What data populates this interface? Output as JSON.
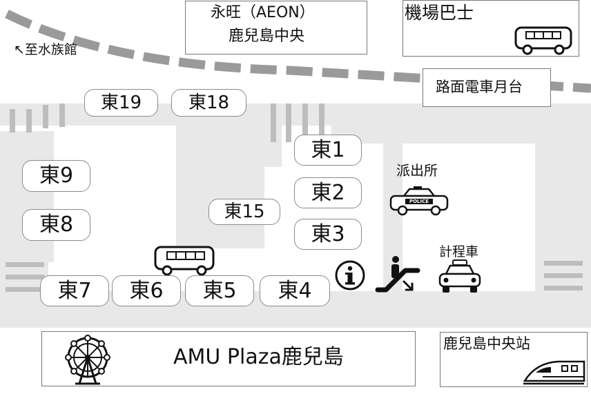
{
  "landmarks": {
    "aeon_line1": "永旺（AEON）",
    "aeon_line2": "鹿兒島中央",
    "airport_bus": "機場巴士",
    "tram_stop": "路面電車月台",
    "to_museum": "↖至水族館",
    "police_box": "派出所",
    "taxi": "計程車",
    "amu_plaza": "AMU Plaza鹿兒島",
    "station": "鹿兒島中央站"
  },
  "stops": {
    "e1": "東1",
    "e2": "東2",
    "e3": "東3",
    "e4": "東4",
    "e5": "東5",
    "e6": "東6",
    "e7": "東7",
    "e8": "東8",
    "e9": "東9",
    "e15": "東15",
    "e18": "東18",
    "e19": "東19"
  },
  "police_car_label": "POLICE",
  "icons": [
    "bus-icon",
    "police-car-icon",
    "taxi-icon",
    "info-icon",
    "escalator-icon",
    "ferris-wheel-icon",
    "shinkansen-icon"
  ],
  "colors": {
    "road": "#e6e6e6",
    "tram_track": "#9a9a9a",
    "crosswalk": "#bdbdbd",
    "border": "#777777"
  }
}
